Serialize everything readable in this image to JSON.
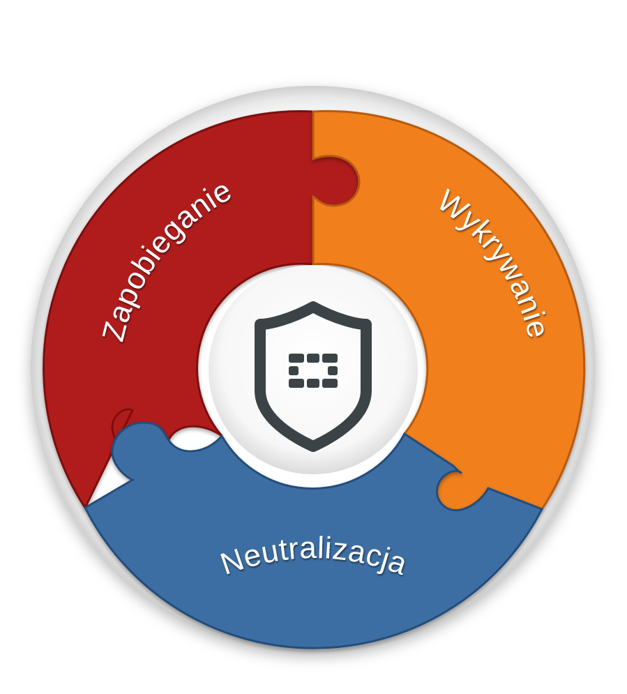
{
  "diagram": {
    "segments": [
      {
        "id": "prevent",
        "label": "Zapobieganie",
        "color": "#b01c1c",
        "color_dark": "#7e1010",
        "color_light": "#c83030"
      },
      {
        "id": "detect",
        "label": "Wykrywanie",
        "color": "#f07f1d",
        "color_dark": "#b85a0a",
        "color_light": "#f79a42"
      },
      {
        "id": "mitigate",
        "label": "Neutralizacja",
        "color": "#3e6ea3",
        "color_dark": "#244e7c",
        "color_light": "#5a88bb"
      }
    ],
    "center_icon": "fortinet-shield-icon",
    "icon_color": "#3b4346",
    "ring_color": "#f4f4f4"
  }
}
